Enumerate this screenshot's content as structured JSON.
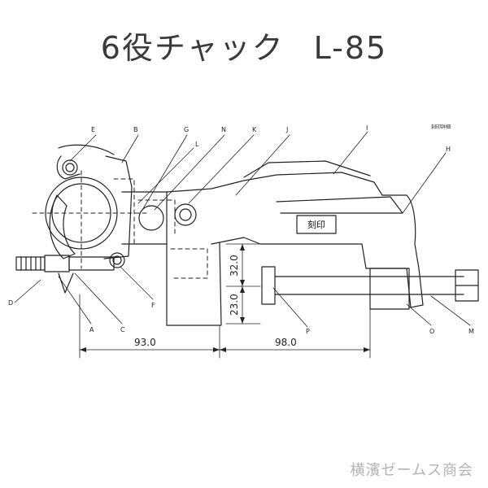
{
  "title": {
    "name": "6役チャック",
    "model": "L-85"
  },
  "parts": [
    "E",
    "B",
    "G",
    "N",
    "K",
    "J",
    "I",
    "H",
    "L",
    "D",
    "A",
    "C",
    "F",
    "P",
    "O",
    "M"
  ],
  "stamp_label": "刻印",
  "stamp_note": "刻印詳細",
  "dimensions": {
    "width_left": "93.0",
    "width_right": "98.0",
    "height_upper": "32.0",
    "height_lower": "23.0"
  },
  "watermark": "横濱ゼームス商会",
  "colors": {
    "line": "#222222",
    "title": "#3a3a3a",
    "watermark": "#b3b3b3"
  }
}
